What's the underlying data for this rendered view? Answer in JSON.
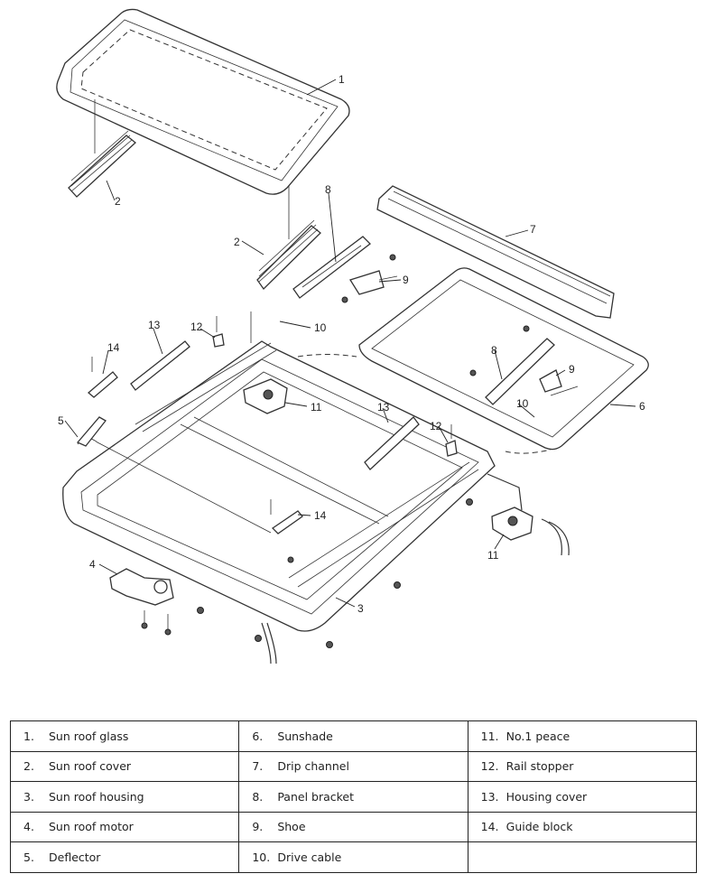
{
  "callouts": {
    "c1": "1",
    "c2a": "2",
    "c2b": "2",
    "c3": "3",
    "c4": "4",
    "c5": "5",
    "c6": "6",
    "c7": "7",
    "c8a": "8",
    "c8b": "8",
    "c9a": "9",
    "c9b": "9",
    "c10a": "10",
    "c10b": "10",
    "c11a": "11",
    "c11b": "11",
    "c12a": "12",
    "c12b": "12",
    "c13a": "13",
    "c13b": "13",
    "c14a": "14",
    "c14b": "14"
  },
  "legend": {
    "rows": [
      [
        {
          "num": "1.",
          "label": "Sun roof glass"
        },
        {
          "num": "6.",
          "label": "Sunshade"
        },
        {
          "num": "11.",
          "label": "No.1 peace"
        }
      ],
      [
        {
          "num": "2.",
          "label": "Sun roof cover"
        },
        {
          "num": "7.",
          "label": "Drip channel"
        },
        {
          "num": "12.",
          "label": "Rail stopper"
        }
      ],
      [
        {
          "num": "3.",
          "label": "Sun roof housing"
        },
        {
          "num": "8.",
          "label": "Panel bracket"
        },
        {
          "num": "13.",
          "label": "Housing cover"
        }
      ],
      [
        {
          "num": "4.",
          "label": "Sun roof motor"
        },
        {
          "num": "9.",
          "label": "Shoe"
        },
        {
          "num": "14.",
          "label": "Guide block"
        }
      ],
      [
        {
          "num": "5.",
          "label": "Deflector"
        },
        {
          "num": "10.",
          "label": "Drive cable"
        },
        {
          "num": "",
          "label": ""
        }
      ]
    ]
  }
}
